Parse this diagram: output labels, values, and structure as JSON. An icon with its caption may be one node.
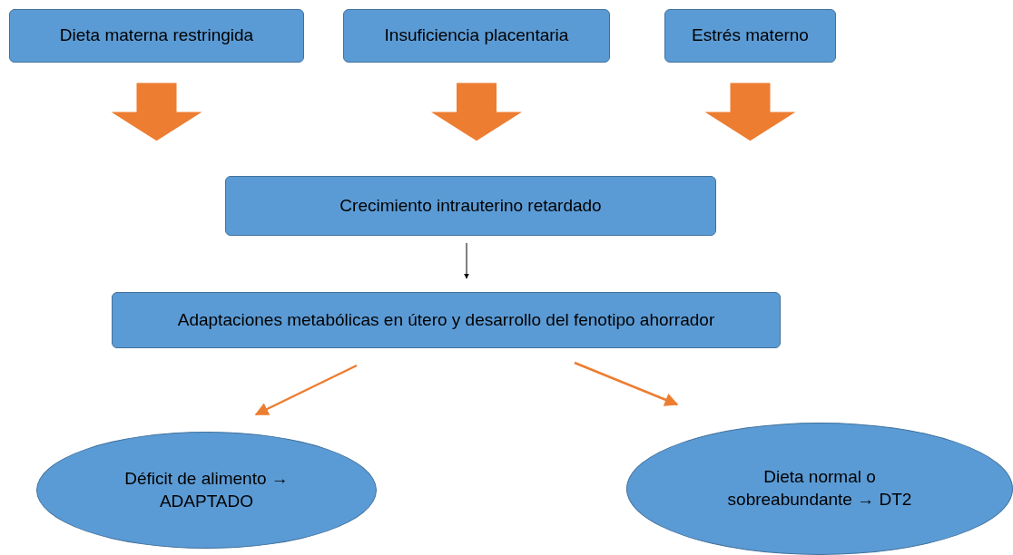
{
  "diagram": {
    "nodes": [
      {
        "text": [
          "Dieta materna restringida"
        ]
      },
      {
        "text": [
          "Insuficiencia placentaria"
        ]
      },
      {
        "text": [
          "Estrés materno"
        ]
      },
      {
        "text": [
          "Crecimiento intrauterino retardado"
        ]
      },
      {
        "text": [
          "Adaptaciones metabólicas en útero y desarrollo del fenotipo ahorrador"
        ]
      },
      {
        "text": [
          "Déficit de alimento → ADAPTADO"
        ]
      },
      {
        "text": [
          "Dieta normal o sobreabundante → DT2"
        ]
      }
    ],
    "edges": [
      {
        "from": 0,
        "to": 3,
        "arrow": "to",
        "style": "thick"
      },
      {
        "from": 1,
        "to": 3,
        "arrow": "to",
        "style": "thick"
      },
      {
        "from": 2,
        "to": 3,
        "arrow": "to",
        "style": "thick"
      },
      {
        "from": 3,
        "to": 4,
        "arrow": "to",
        "color": "#000000"
      },
      {
        "from": 4,
        "to": 5,
        "arrow": "to"
      },
      {
        "from": 4,
        "to": 6,
        "arrow": "to"
      }
    ]
  }
}
